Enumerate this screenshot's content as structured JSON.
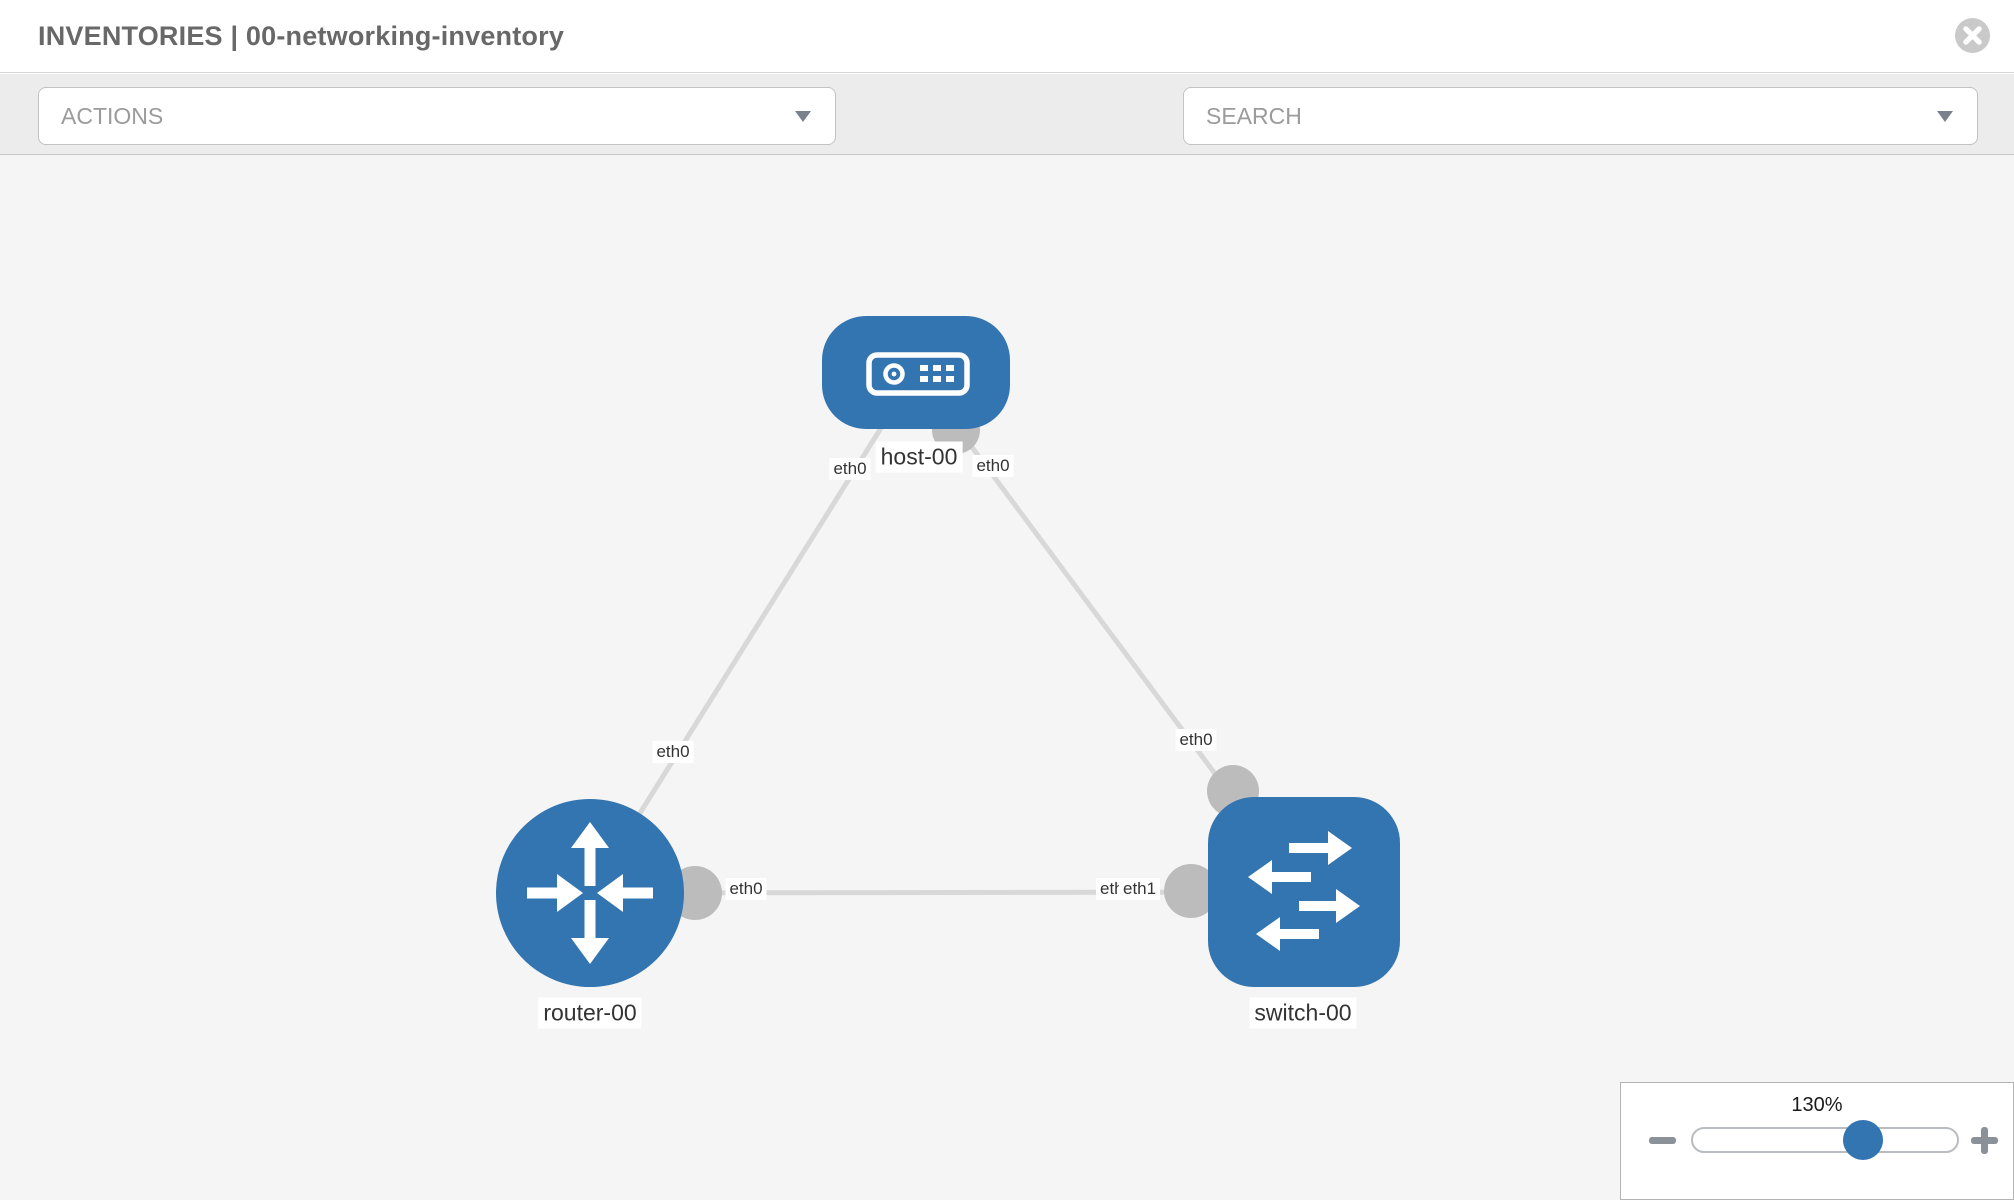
{
  "header": {
    "title": "INVENTORIES | 00-networking-inventory"
  },
  "toolbar": {
    "actions_label": "ACTIONS",
    "search_label": "SEARCH"
  },
  "icons": {
    "close": "close-icon",
    "wrench": "wrench-icon",
    "key": "key-icon",
    "dropdown_caret": "chevron-down-icon",
    "zoom_minus": "minus-icon",
    "zoom_plus": "plus-icon"
  },
  "topology": {
    "nodes": [
      {
        "name": "host-00",
        "type": "host"
      },
      {
        "name": "router-00",
        "type": "router"
      },
      {
        "name": "switch-00",
        "type": "switch"
      }
    ],
    "links": [
      {
        "from": "host-00",
        "to": "router-00",
        "from_iface": "eth0",
        "to_iface": "eth0"
      },
      {
        "from": "host-00",
        "to": "switch-00",
        "from_iface": "eth0",
        "to_iface": "eth0"
      },
      {
        "from": "router-00",
        "to": "switch-00",
        "from_iface": "eth0",
        "to_iface": "eth1"
      }
    ],
    "iface_labels": {
      "host_router_at_host": "eth0",
      "host_router_at_router": "eth0",
      "host_switch_at_host": "eth0",
      "host_switch_at_switch": "eth0",
      "router_switch_at_router": "eth0",
      "router_switch_at_switch_under": "eth0",
      "router_switch_at_switch": "eth1"
    }
  },
  "zoom_control": {
    "level": "130%"
  },
  "colors": {
    "node_blue": "#3375b1",
    "link_gray": "#d8d8d8",
    "endpoint_gray": "#bcbcbc",
    "canvas_bg": "#f5f5f5",
    "toolbar_bg": "#ececec"
  }
}
